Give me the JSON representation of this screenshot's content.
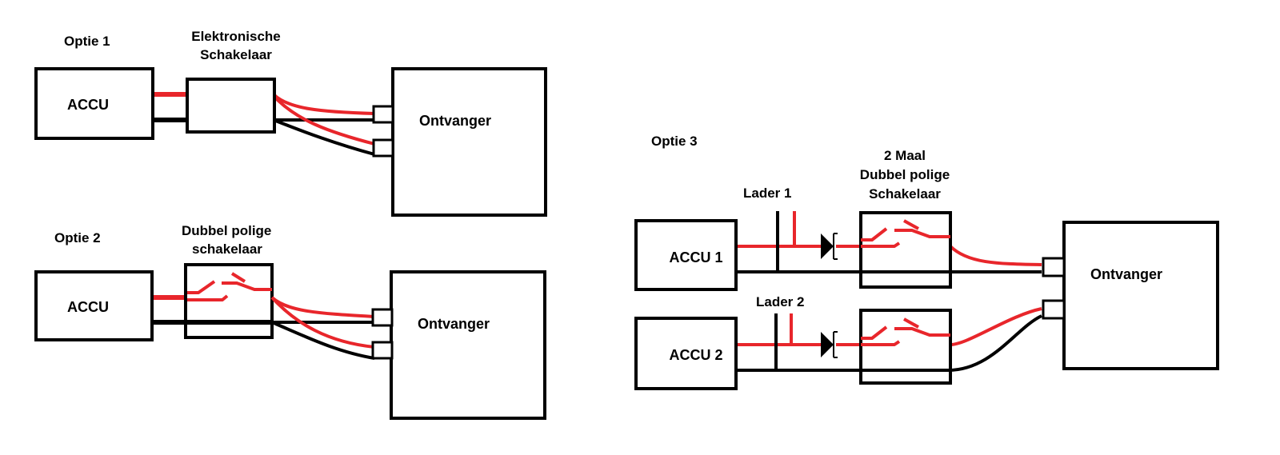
{
  "colors": {
    "positive": "#e8262b",
    "negative": "#000000",
    "outline": "#000000",
    "background": "#ffffff"
  },
  "option1": {
    "title": "Optie 1",
    "switch_label_line1": "Elektronische",
    "switch_label_line2": "Schakelaar",
    "battery_label": "ACCU",
    "receiver_label": "Ontvanger"
  },
  "option2": {
    "title": "Optie  2",
    "switch_label_line1": "Dubbel polige",
    "switch_label_line2": "schakelaar",
    "battery_label": "ACCU",
    "receiver_label": "Ontvanger"
  },
  "option3": {
    "title": "Optie  3",
    "switch_label_line1": "2 Maal",
    "switch_label_line2": "Dubbel polige",
    "switch_label_line3": "Schakelaar",
    "charger1_label": "Lader 1",
    "charger2_label": "Lader 2",
    "battery1_label": "ACCU  1",
    "battery2_label": "ACCU  2",
    "receiver_label": "Ontvanger"
  }
}
